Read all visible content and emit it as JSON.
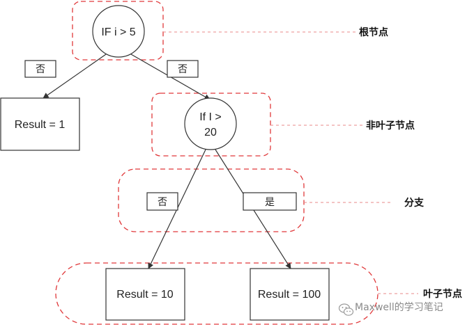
{
  "nodes": {
    "root": "IF i > 5",
    "inner_line1": "If I >",
    "inner_line2": "20",
    "leaf_left": "Result = 1",
    "leaf_mid": "Result = 10",
    "leaf_right": "Result = 100"
  },
  "edge_labels": {
    "root_left": "否",
    "root_right": "否",
    "inner_left": "否",
    "inner_right": "是"
  },
  "legend": {
    "root": "根节点",
    "internal": "非叶子节点",
    "branch": "分支",
    "leaf": "叶子节点"
  },
  "watermark": "Maxwell的学习笔记",
  "colors": {
    "highlight": "#e0383a",
    "stroke": "#333333"
  }
}
